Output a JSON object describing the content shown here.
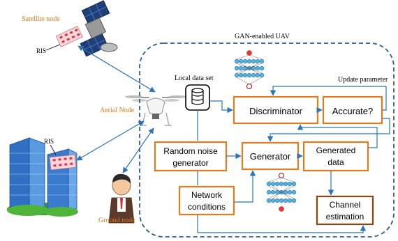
{
  "labels": {
    "satellite_node": "Satellite node",
    "ris_satellite": "RIS",
    "ris_building": "RIS",
    "aerial_node": "Aerial Node",
    "ground_node": "Ground node",
    "gan_uav_title": "GAN-enabled UAV",
    "local_data_set": "Local data set",
    "update_parameter": "Update parameter"
  },
  "boxes": {
    "discriminator": "Discriminator",
    "accurate": "Accurate?",
    "random_noise_line1": "Random noise",
    "random_noise_line2": "generator",
    "generator": "Generator",
    "generated_line1": "Generated",
    "generated_line2": "data",
    "network_line1": "Network",
    "network_line2": "conditions",
    "channel_line1": "Channel",
    "channel_line2": "estimation"
  },
  "colors": {
    "node_label": "#E07B1F",
    "box_border": "#E07B1F",
    "channel_border": "#8B4513",
    "arrow": "#2E75B6",
    "dashed_frame": "#2E5E8E"
  }
}
